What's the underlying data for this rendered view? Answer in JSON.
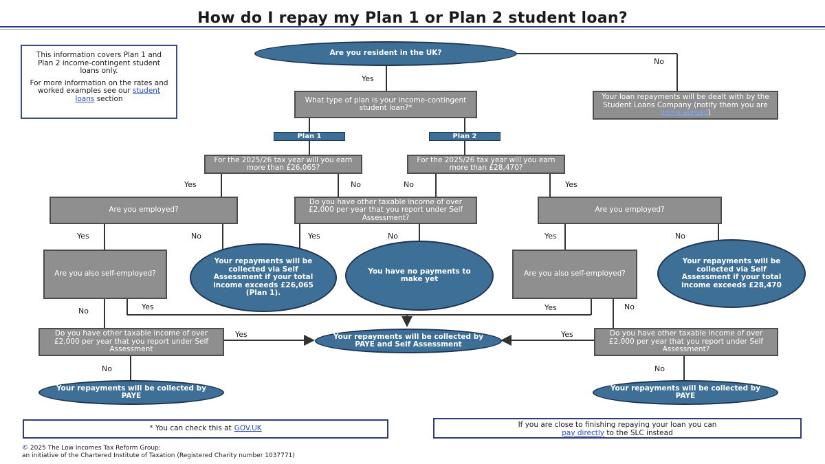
{
  "title": "How do I repay my Plan 1 or Plan 2 student loan?",
  "info_box": {
    "text1": "This information covers Plan 1 and Plan 2 income-contingent student loans only.",
    "text2_pre": "For more information on the rates and worked examples see our",
    "text2_link": "student loans",
    "text2_post": "section"
  },
  "nodes": {
    "resident": "Are you resident in the UK?",
    "plan_type": "What type of plan is your income-contingent student loan?*",
    "slc": "Your loan repayments will be dealt with by the Student Loans Company (notify them you are",
    "slc_link": "going abroad",
    "slc_end": ")",
    "plan1_tag": "Plan 1",
    "plan2_tag": "Plan 2",
    "earn_p1": "For the 2025/26 tax year will you earn more than £26,065?",
    "earn_p2": "For the 2025/26 tax year will you earn more than £28,470?",
    "employed_left": "Are you employed?",
    "other_income_mid": "Do you have other taxable income of over £2,000 per year that you report under Self Assessment?",
    "employed_right": "Are you employed?",
    "self_emp_left": "Are you also self-employed?",
    "sa_plan1": "Your repayments will be collected via Self Assessment if your total income exceeds £26,065 (Plan 1).",
    "no_payments": "You have no payments to make yet",
    "self_emp_right": "Are you also self-employed?",
    "sa_plan2": "Your repayments will be collected via Self Assessment if your total income exceeds £28,470",
    "other_income_left": "Do you have other taxable income of over £2,000 per year that you report under Self Assessment",
    "paye_sa": "Your repayments will be collected by PAYE and Self Assessment",
    "other_income_right": "Do you have other taxable income of over £2,000 per year that you report under Self Assessment?",
    "paye_left": "Your repayments will be collected by PAYE",
    "paye_right": "Your repayments will be collected by PAYE"
  },
  "labels": {
    "no_resident": "No",
    "yes_resident": "Yes",
    "yes_p1": "Yes",
    "no_p1": "No",
    "no_p2": "No",
    "yes_p2": "Yes",
    "yes_emp_left": "Yes",
    "no_emp_left": "No",
    "yes_other_mid": "Yes",
    "no_other_mid": "No",
    "yes_emp_right": "Yes",
    "no_emp_right": "No",
    "no_self_left": "No",
    "yes_self_left": "Yes",
    "yes_self_right": "Yes",
    "no_self_right": "No",
    "yes_other_left": "Yes",
    "yes_other_right": "Yes",
    "no_other_left": "No",
    "no_other_right": "No"
  },
  "notes": {
    "check_pre": "* You can check this at",
    "check_link": "GOV.UK",
    "close_pre": "If you are close to finishing repaying your loan you can",
    "close_link": "pay directly",
    "close_post": "to the SLC instead"
  },
  "footer": {
    "line1": "© 2025 The Low Incomes Tax Reform Group:",
    "line2": "an initiative of the Chartered Institute of Taxation (Registered Charity number 1037771)"
  },
  "colors": {
    "box_fill": "#8f8f8f",
    "oval_fill": "#3d6f97",
    "accent": "#2f3b7a",
    "link": "#2a4cc4"
  }
}
